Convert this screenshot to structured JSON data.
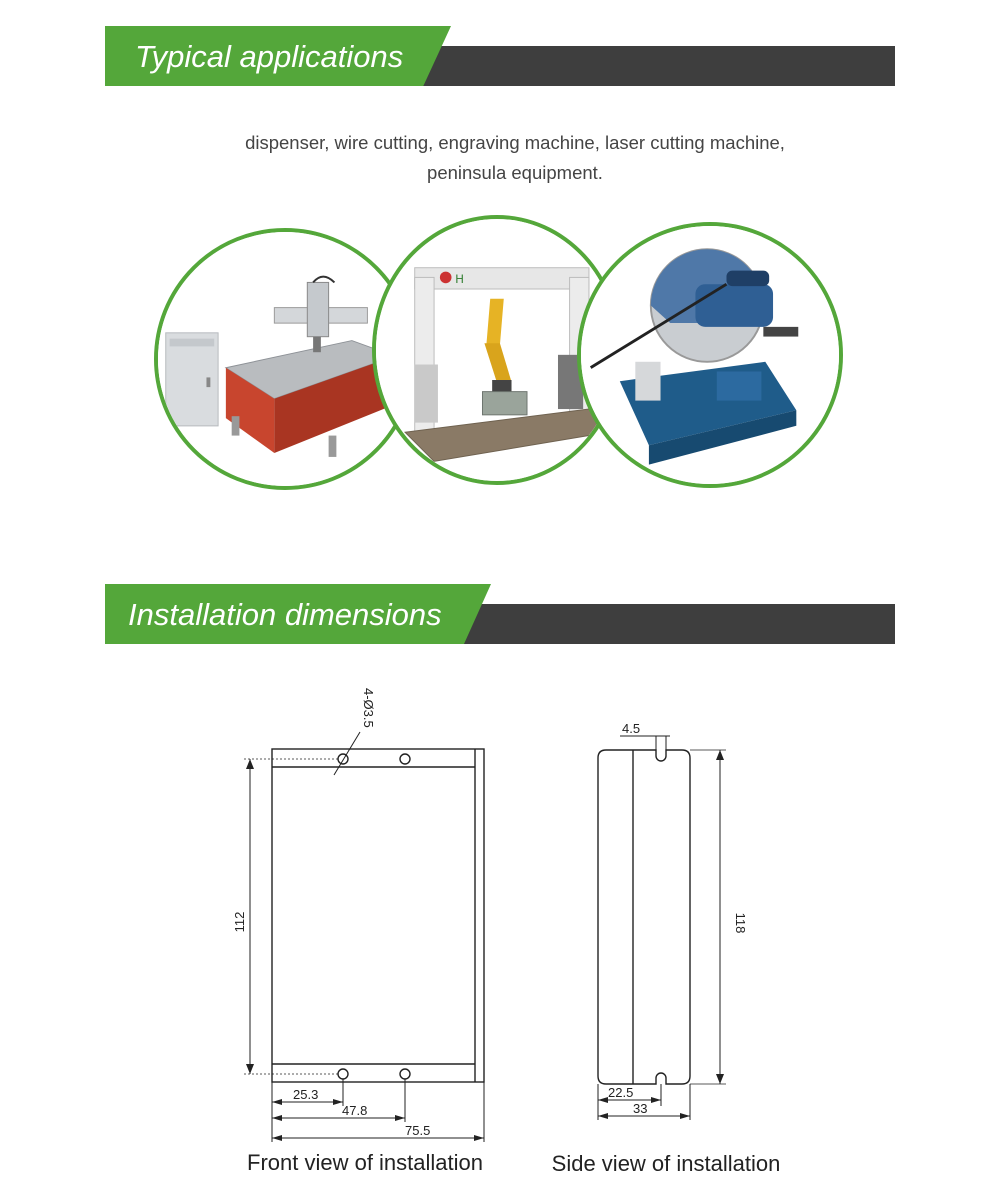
{
  "section1": {
    "title": "Typical applications",
    "description_line1": "dispenser, wire cutting, engraving machine, laser cutting machine,",
    "description_line2": "peninsula equipment.",
    "photos": [
      "cnc-engraving-machine",
      "robot-arm-gantry",
      "cut-off-saw"
    ]
  },
  "section2": {
    "title": "Installation dimensions",
    "front_view": {
      "caption": "Front view of installation",
      "hole_label": "4-Ø3.5",
      "height": "112",
      "dim_1": "25.3",
      "dim_2": "47.8",
      "dim_3": "75.5"
    },
    "side_view": {
      "caption": "Side view of installation",
      "slot": "4.5",
      "height": "118",
      "dim_1": "22.5",
      "dim_2": "33"
    }
  },
  "colors": {
    "green": "#54a73a",
    "dark": "#3e3e3e"
  }
}
